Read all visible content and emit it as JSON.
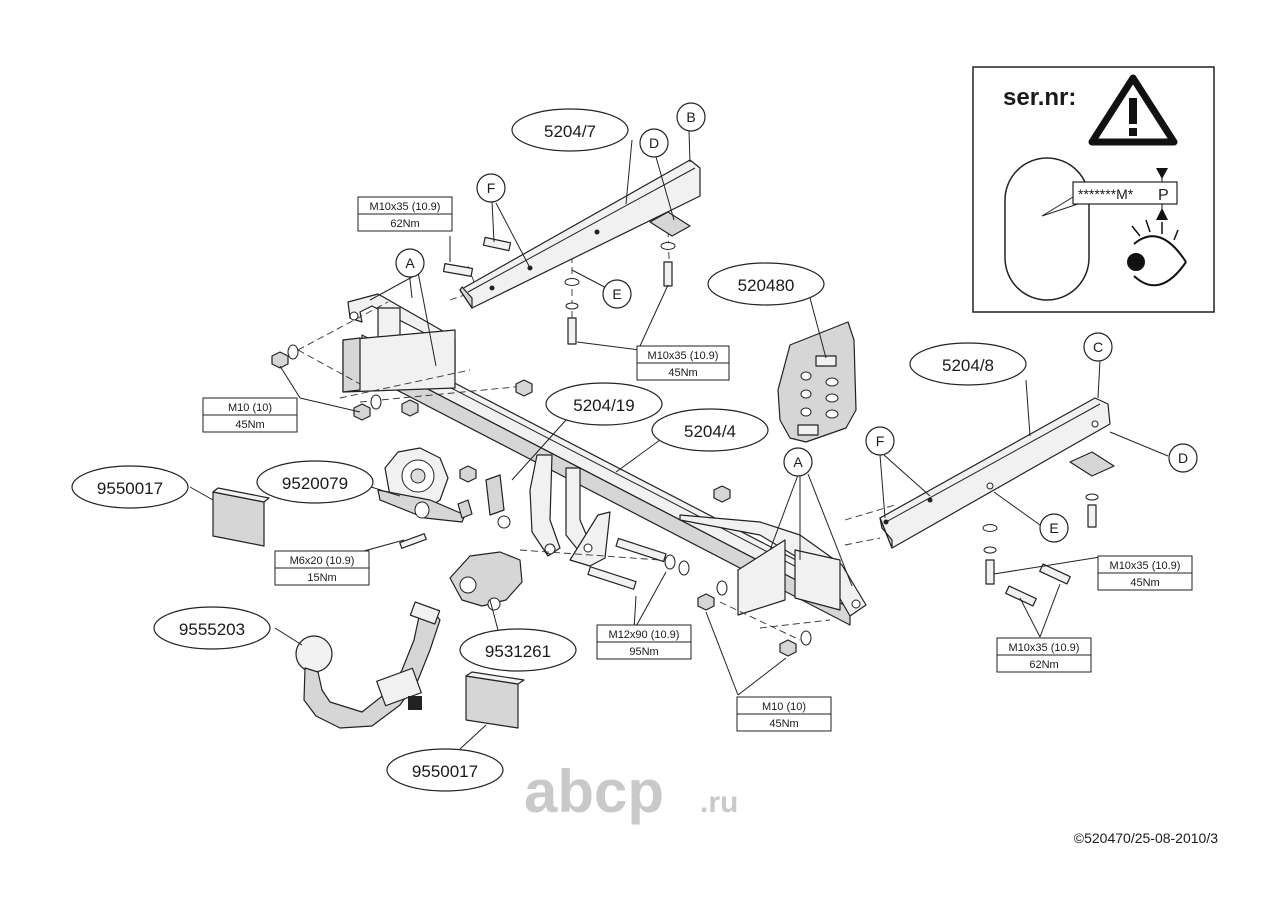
{
  "part_labels": {
    "p1": "5204/7",
    "p2": "520480",
    "p3": "5204/8",
    "p4": "5204/19",
    "p5": "5204/4",
    "p6": "9550017",
    "p7": "9520079",
    "p8": "9555203",
    "p9": "9531261",
    "p10": "9550017"
  },
  "letters": {
    "B": "B",
    "D1": "D",
    "F1": "F",
    "A1": "A",
    "E1": "E",
    "C": "C",
    "D2": "D",
    "F2": "F",
    "E2": "E",
    "A2": "A"
  },
  "torque_boxes": {
    "t1": {
      "spec": "M10x35 (10.9)",
      "torque": "62Nm"
    },
    "t2": {
      "spec": "M10x35 (10.9)",
      "torque": "45Nm"
    },
    "t3": {
      "spec": "M10 (10)",
      "torque": "45Nm"
    },
    "t4": {
      "spec": "M6x20 (10.9)",
      "torque": "15Nm"
    },
    "t5": {
      "spec": "M12x90 (10.9)",
      "torque": "95Nm"
    },
    "t6": {
      "spec": "M10x35 (10.9)",
      "torque": "45Nm"
    },
    "t7": {
      "spec": "M10x35 (10.9)",
      "torque": "62Nm"
    },
    "t8": {
      "spec": "M10 (10)",
      "torque": "45Nm"
    }
  },
  "serial_panel": {
    "title": "ser.nr:",
    "plate_text": "*******M*",
    "plate_letter": "P"
  },
  "watermark": {
    "brand": "abcp",
    "suffix": ".ru"
  },
  "copyright": "©520470/25-08-2010/3"
}
